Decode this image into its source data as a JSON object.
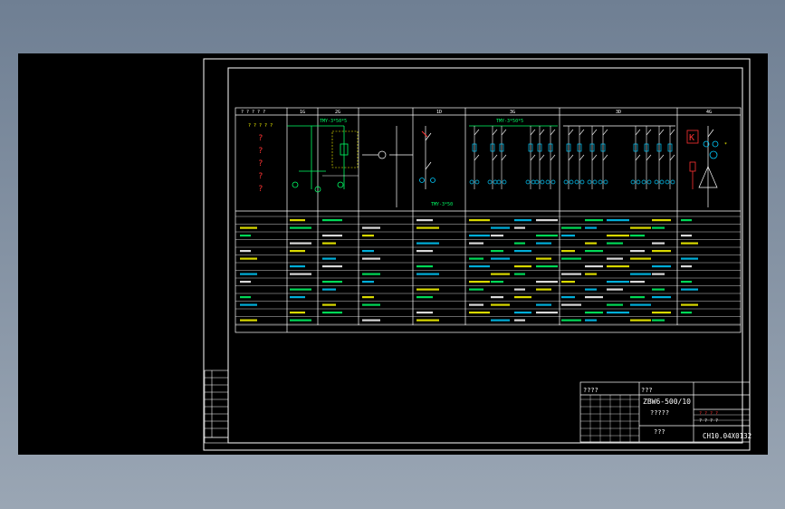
{
  "drawing": {
    "section_labels": [
      "1G",
      "2G",
      "1D",
      "3G",
      "3D",
      "4G"
    ],
    "breaker_label_left": "TMY-3*50*5",
    "breaker_label_right": "TMY-3*50*5",
    "busbar_label": "TMY-3*50",
    "red_question_marks": [
      "?",
      "?",
      "?",
      "?",
      "?"
    ],
    "k_marker": "K",
    "header_marks": "? ? ? ? ?",
    "header_marks_2": "? ? ? ? ?"
  },
  "title_block": {
    "left_cell": "????",
    "top_right_label": "???",
    "model": "ZBW6-500/10",
    "subtitle": "?????",
    "bottom_center": "???",
    "drawing_number": "CH10.04X0132",
    "row_marks": [
      "? ? ? ?",
      "? ? ? ?"
    ]
  }
}
